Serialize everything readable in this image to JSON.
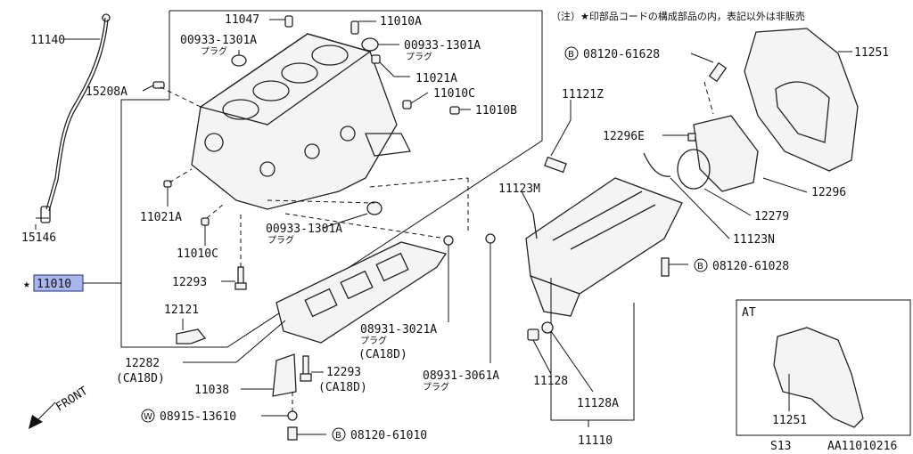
{
  "note": "（注）★印部品コードの構成部品の内，表記以外は非販売",
  "star": "★",
  "frame_label": "AT",
  "footer_left": "S13",
  "footer_right": "AA11010216",
  "front_label": "FRONT",
  "prefix_b": "B",
  "prefix_w": "W",
  "labels": {
    "p11140": "11140",
    "p15208a": "15208A",
    "p15146": "15146",
    "p11010": "11010",
    "p11047": "11047",
    "p00933_top": "00933-1301A",
    "plug_top": "プラグ",
    "p11010a": "11010A",
    "p00933_r": "00933-1301A",
    "plug_r": "プラグ",
    "p11021a_r": "11021A",
    "p11010c_r": "11010C",
    "p11010b": "11010B",
    "p11021a_l": "11021A",
    "p11010c_l": "11010C",
    "p00933_b": "00933-1301A",
    "plug_b": "プラグ",
    "p12293": "12293",
    "p12121": "12121",
    "p12282": "12282",
    "p12282_sub": "(CA18D)",
    "p11038": "11038",
    "p12293b": "12293",
    "p12293b_sub": "(CA18D)",
    "p08915": "08915-13610",
    "p08120_61010": "08120-61010",
    "p08931_3021": "08931-3021A",
    "plug_3021": "プラグ",
    "sub_3021": "(CA18D)",
    "p08931_3061": "08931-3061A",
    "plug_3061": "プラグ",
    "p11121z": "11121Z",
    "p11123m": "11123M",
    "p08120_61628": "08120-61628",
    "p11251": "11251",
    "p12296e": "12296E",
    "p12296": "12296",
    "p12279": "12279",
    "p11123n": "11123N",
    "p08120_61028": "08120-61028",
    "p11128": "11128",
    "p11128a": "11128A",
    "p11110": "11110",
    "p11251_at": "11251"
  }
}
